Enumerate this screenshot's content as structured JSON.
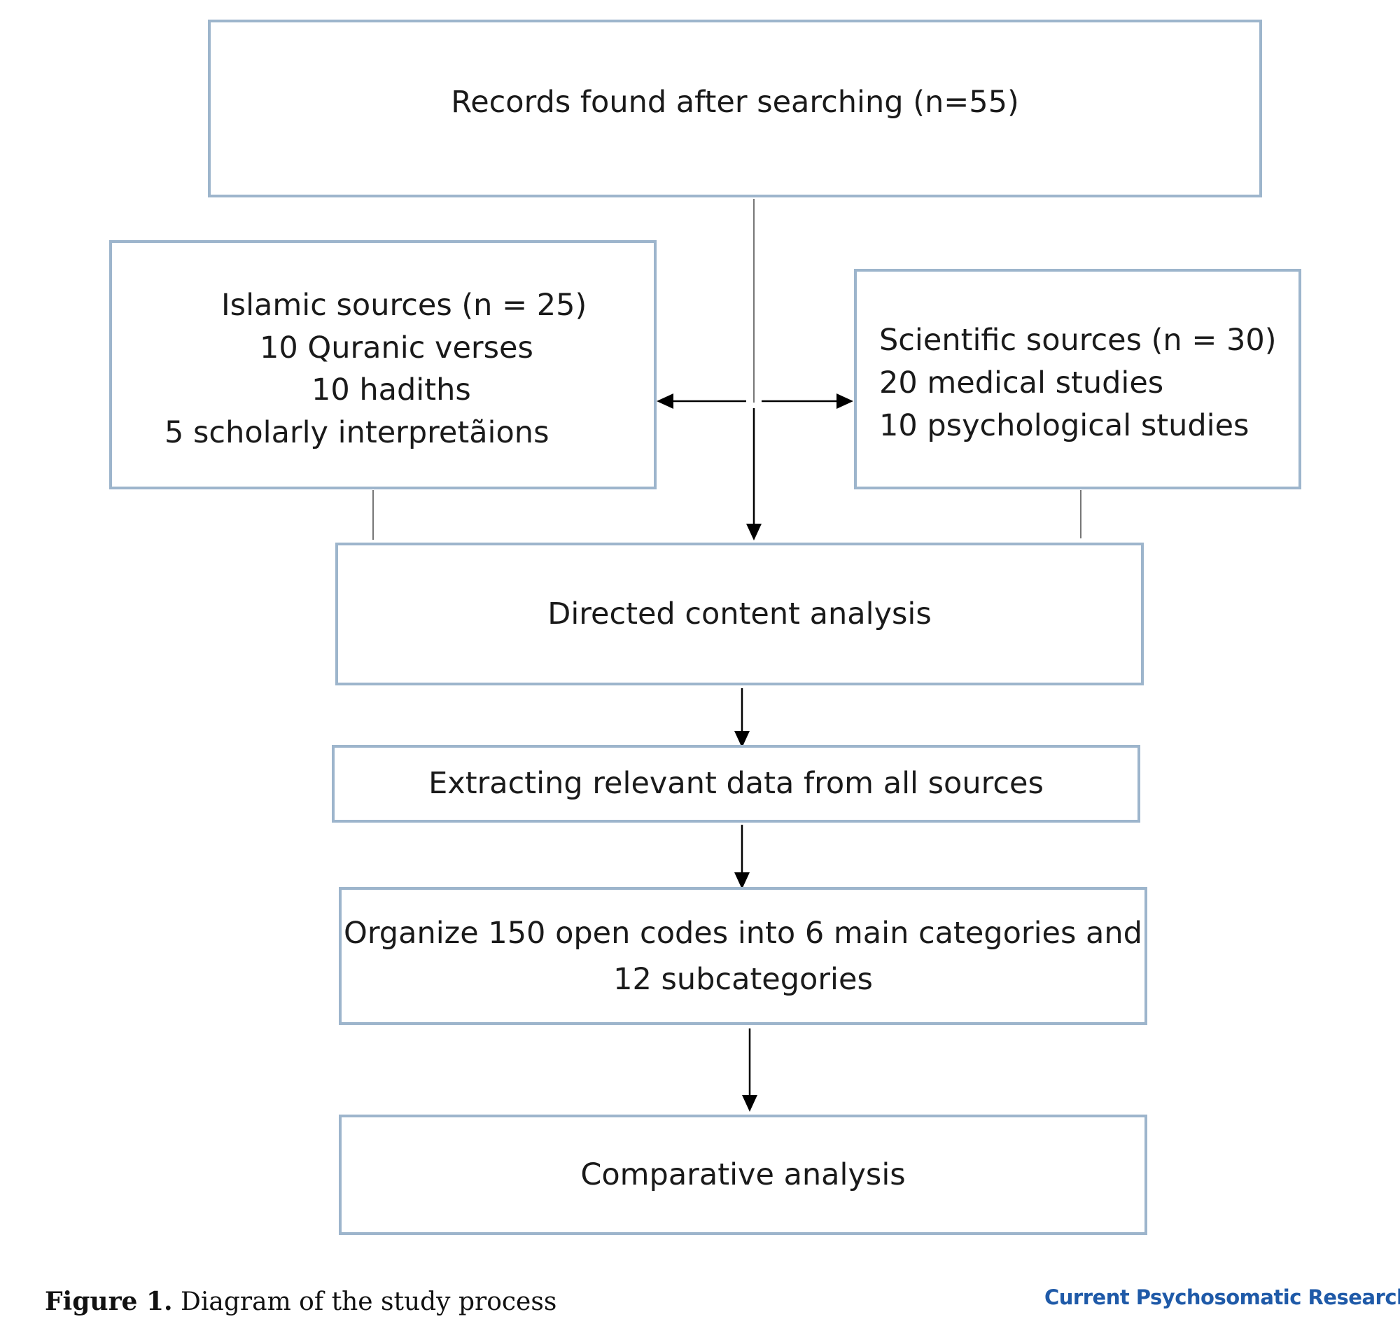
{
  "diagram": {
    "records_box": {
      "text": "Records found after searching (n=55)"
    },
    "islamic_box": {
      "lines": [
        "Islamic sources (n = 25)",
        "10 Quranic verses",
        "10 hadiths",
        "5 scholarly interpretãions"
      ]
    },
    "scientific_box": {
      "lines": [
        "Scientific sources  (n = 30)",
        "20 medical studies",
        "10 psychological studies"
      ]
    },
    "directed_box": {
      "text": "Directed content analysis"
    },
    "extracting_box": {
      "text": "Extracting relevant data from all sources"
    },
    "organize_box": {
      "lines": [
        "Organize 150 open codes into 6 main categories and",
        "12 subcategories"
      ]
    },
    "comparative_box": {
      "text": "Comparative analysis"
    }
  },
  "caption": {
    "label": "Figure 1.",
    "text": "Diagram of the study process"
  },
  "brand": {
    "text": "Current Psychosomatic Research"
  },
  "colors": {
    "box_border": "#9db5cc",
    "arrow": "#000000",
    "brand": "#1f5aa8"
  }
}
